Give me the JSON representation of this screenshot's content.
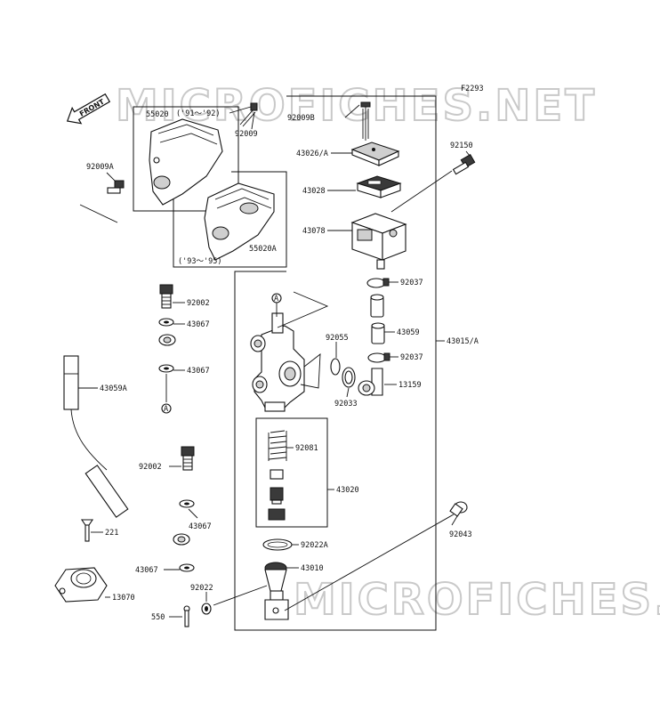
{
  "diagram_code": "F2293",
  "watermark": "MICROFICHES.NET",
  "front_label": "FRONT",
  "callouts": {
    "c55020": "55020",
    "c55020_years": "('91～'92)",
    "c92009": "92009",
    "c92009A": "92009A",
    "c55020A": "55020A",
    "c55020A_years": "('93～'95)",
    "c92009B": "92009B",
    "c43026A": "43026/A",
    "c43028": "43028",
    "c43078": "43078",
    "c92150": "92150",
    "c92037a": "92037",
    "c92037b": "92037",
    "c43059": "43059",
    "c43015A": "43015/A",
    "c13159": "13159",
    "c92055": "92055",
    "c92033": "92033",
    "c92081": "92081",
    "c43020": "43020",
    "c92022A": "92022A",
    "c43010": "43010",
    "c92043": "92043",
    "c92002a": "92002",
    "c43067a": "43067",
    "c43067b": "43067",
    "c43059A": "43059A",
    "c92002b": "92002",
    "c43067c": "43067",
    "c43067d": "43067",
    "c221": "221",
    "c13070": "13070",
    "c92022": "92022",
    "c550": "550",
    "refA1": "A",
    "refA2": "A"
  }
}
